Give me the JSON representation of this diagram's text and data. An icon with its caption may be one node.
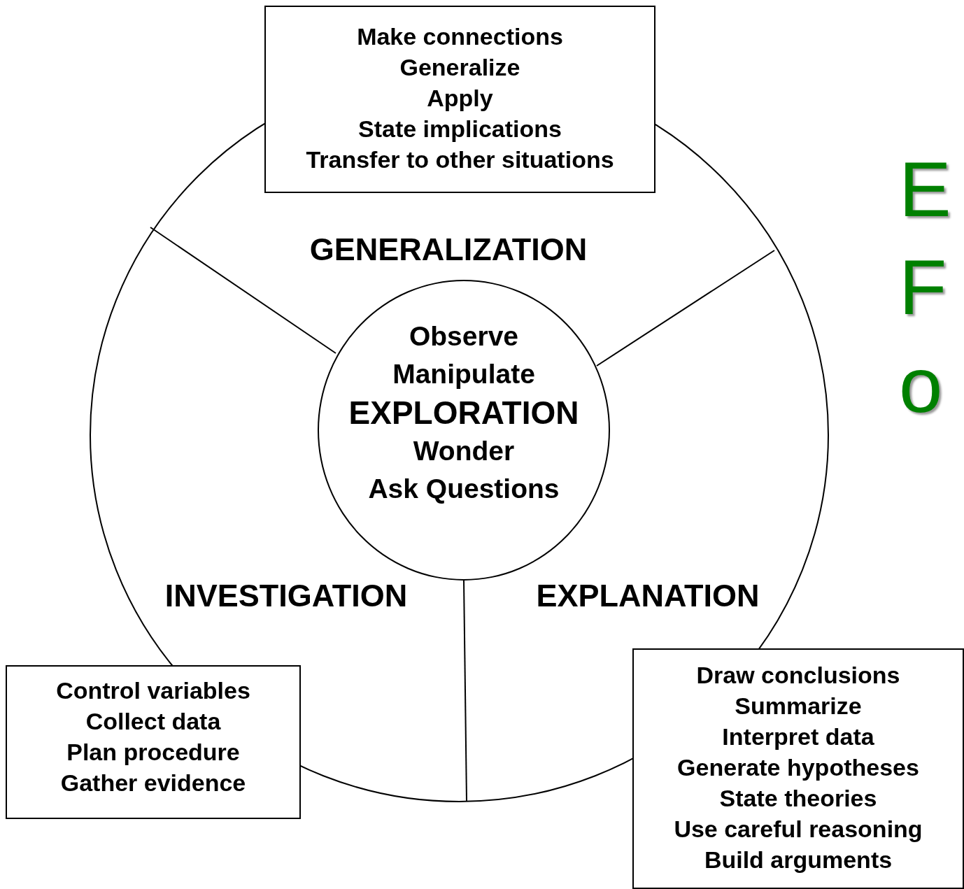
{
  "diagram": {
    "nodes": [
      {
        "text": [
          "GENERALIZATION",
          "INVESTIGATION",
          "EXPLANATION"
        ]
      },
      {
        "text": [
          "Observe",
          "Manipulate",
          "EXPLORATION",
          "Wonder",
          "Ask Questions"
        ],
        "in": 0
      },
      {
        "text": [
          "Make connections",
          "Generalize",
          "Apply",
          "State implications",
          "Transfer to other situations"
        ]
      },
      {
        "text": [
          "Control variables",
          "Collect data",
          "Plan procedure",
          "Gather evidence"
        ]
      },
      {
        "text": [
          "Draw conclusions",
          "Summarize",
          "Interpret data",
          "Generate hypotheses",
          "State theories",
          "Use careful reasoning",
          "Build arguments"
        ]
      }
    ],
    "edges": [],
    "labels": [
      "E",
      "F",
      "o"
    ]
  }
}
